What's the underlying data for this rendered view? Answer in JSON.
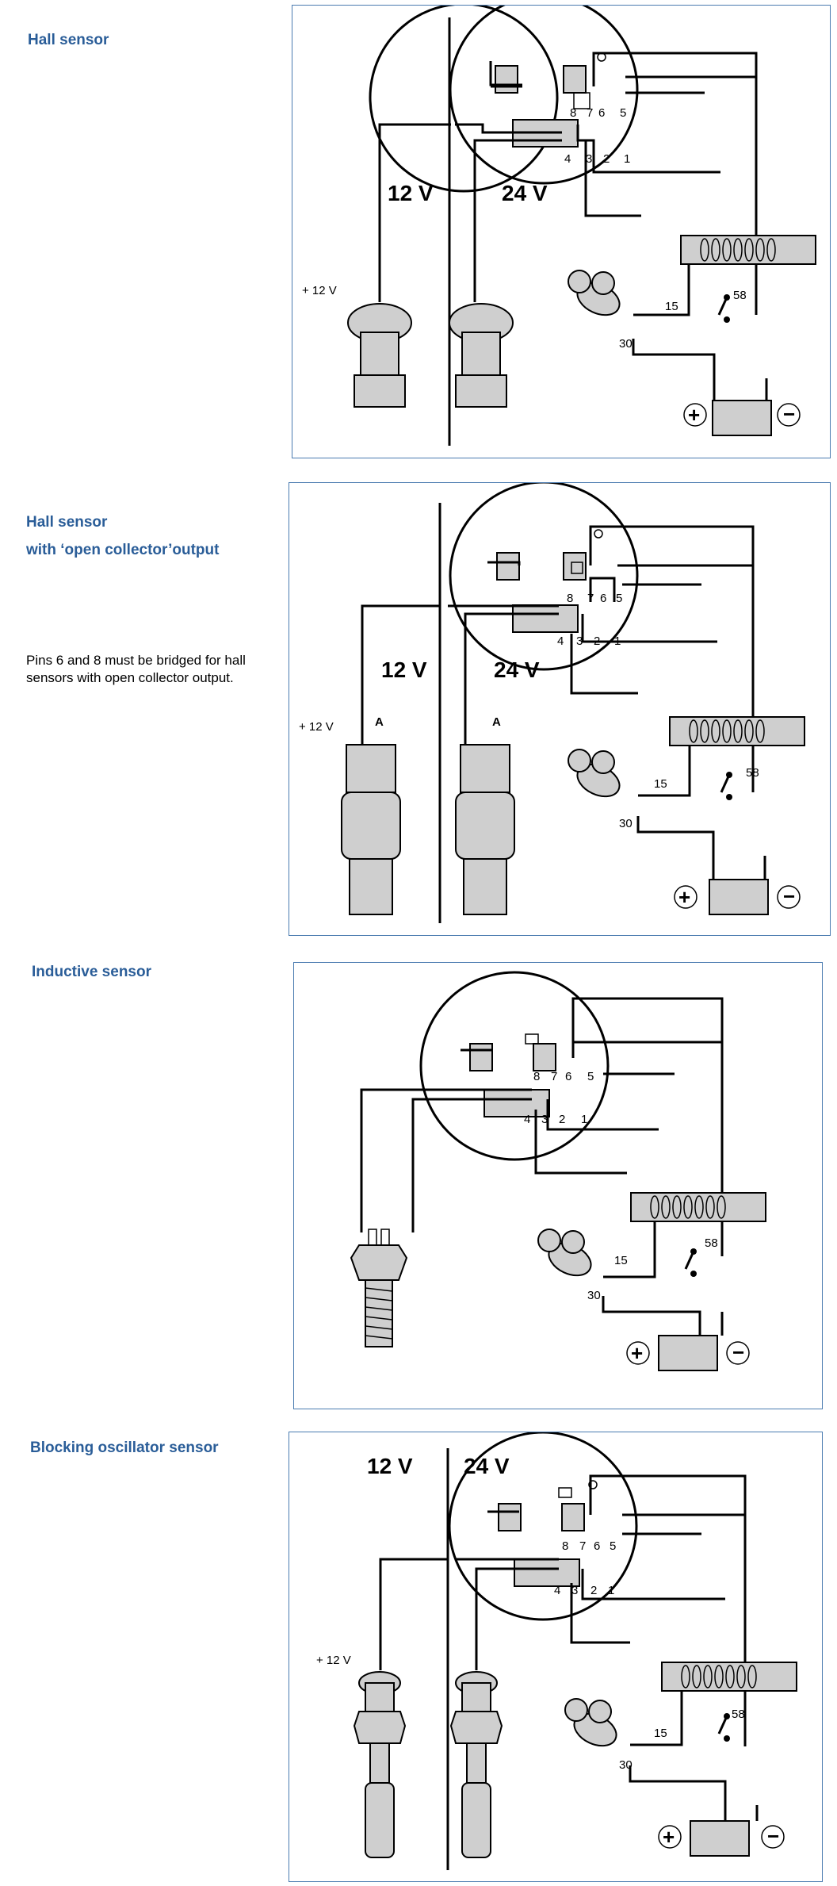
{
  "sections": [
    {
      "heading": "Hall sensor",
      "labels": {
        "v12": "12 V",
        "v24": "24 V",
        "plus12": "+ 12 V",
        "t15": "15",
        "t30": "30",
        "t58": "58",
        "p8": "8",
        "p7": "7",
        "p6": "6",
        "p5": "5",
        "p4": "4",
        "p3": "3",
        "p2": "2",
        "p1": "1"
      }
    },
    {
      "heading_line1": "Hall sensor",
      "heading_line2": "with ‘open collector’output",
      "note": "Pins 6 and 8 must be bridged for hall sensors with open collector output.",
      "labels": {
        "v12": "12 V",
        "v24": "24 V",
        "plus12": "+ 12 V",
        "a1": "A",
        "a2": "A",
        "t15": "15",
        "t30": "30",
        "t58": "58",
        "p8": "8",
        "p7": "7",
        "p6": "6",
        "p5": "5",
        "p4": "4",
        "p3": "3",
        "p2": "2",
        "p1": "1"
      }
    },
    {
      "heading": "Inductive sensor",
      "labels": {
        "t15": "15",
        "t30": "30",
        "t58": "58",
        "p8": "8",
        "p7": "7",
        "p6": "6",
        "p5": "5",
        "p4": "4",
        "p3": "3",
        "p2": "2",
        "p1": "1"
      }
    },
    {
      "heading": "Blocking oscillator sensor",
      "labels": {
        "v12": "12 V",
        "v24": "24 V",
        "plus12": "+ 12 V",
        "t15": "15",
        "t30": "30",
        "t58": "58",
        "p8": "8",
        "p7": "7",
        "p6": "6",
        "p5": "5",
        "p4": "4",
        "p3": "3",
        "p2": "2",
        "p1": "1"
      }
    }
  ]
}
